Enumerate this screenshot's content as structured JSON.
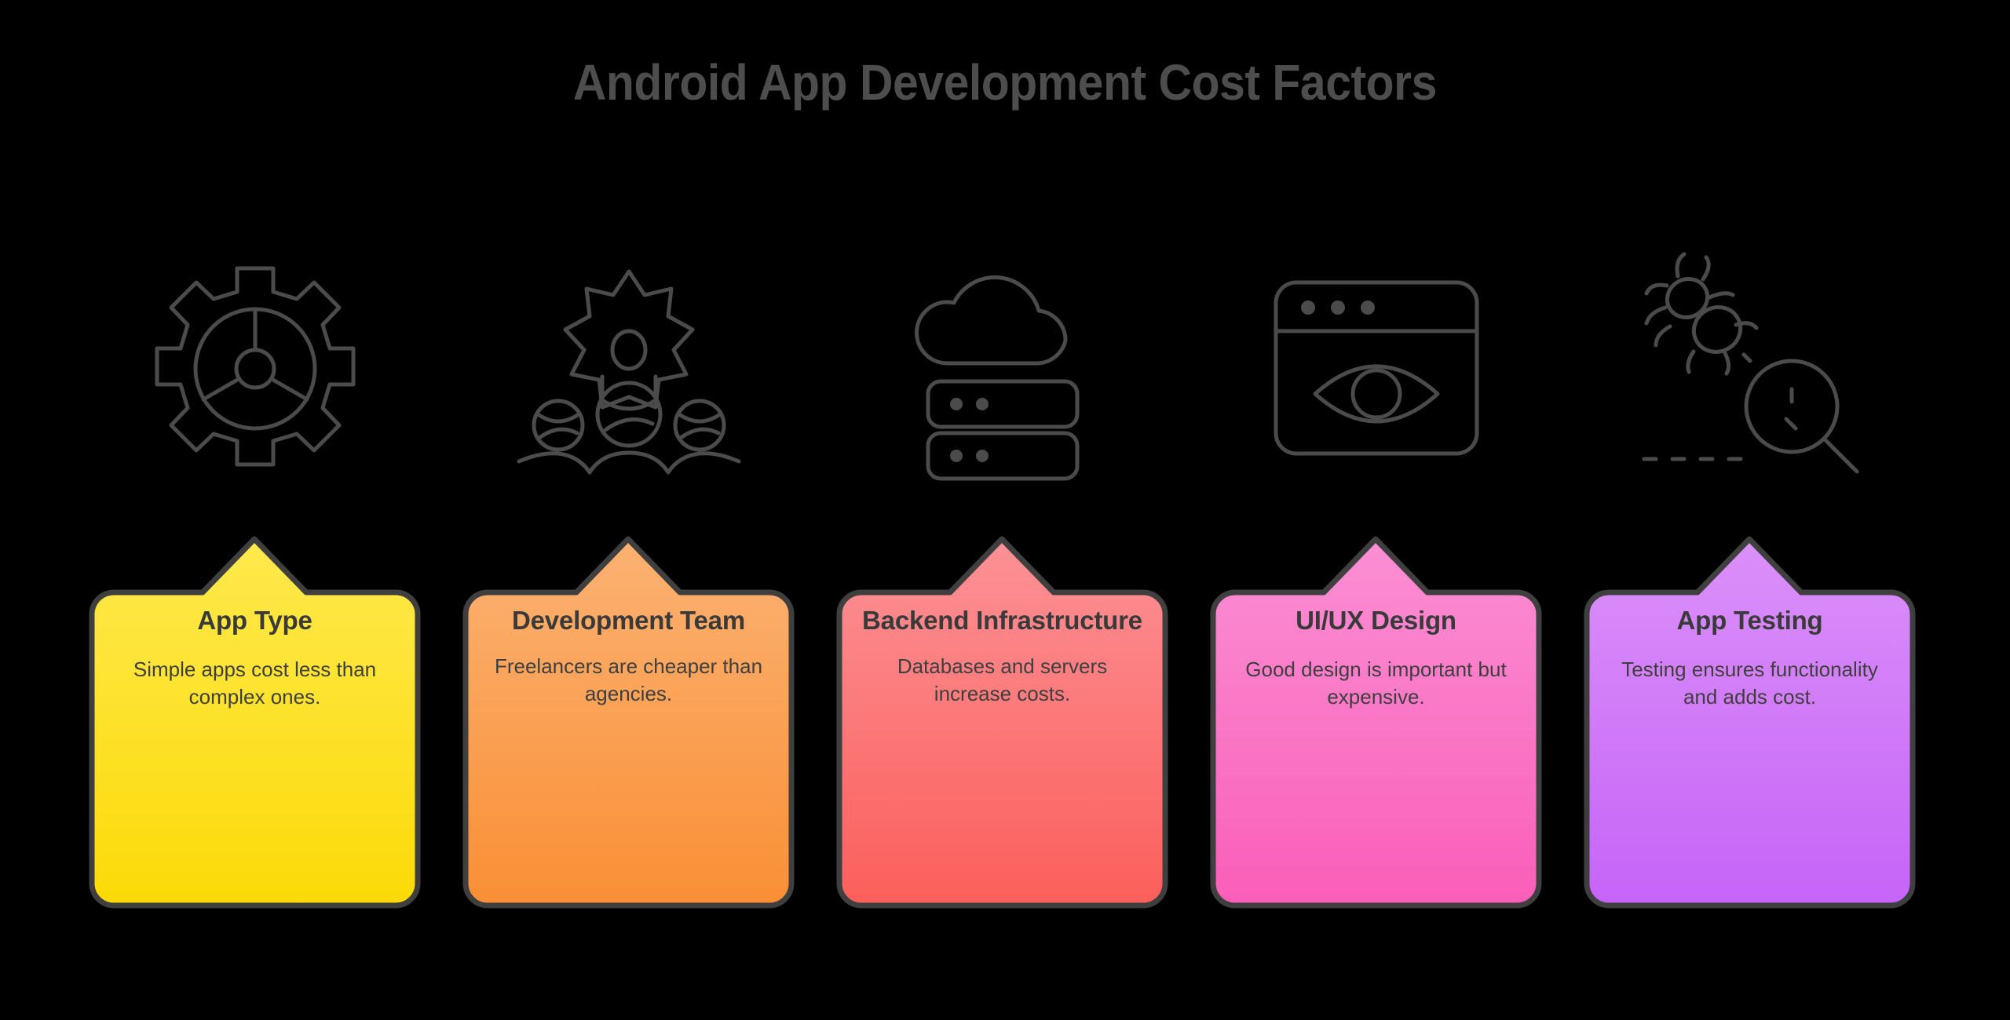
{
  "header": {
    "title": "Android App Development Cost Factors"
  },
  "theme": {
    "background": "#000000",
    "title_color": "#4d4d4d",
    "icon_stroke": "#4b4b4b",
    "card_border": "#3f3f3f",
    "card_text": "#3a3a3a"
  },
  "cards": [
    {
      "icon": "gear-wheel-icon",
      "title": "App Type",
      "desc": "Simple apps cost less than complex ones.",
      "color_top": "#FFE94D",
      "color_bottom": "#FBDA07",
      "border": "#3f3f3f"
    },
    {
      "icon": "team-settings-icon",
      "title": "Development Team",
      "desc": "Freelancers are cheaper than agencies.",
      "color_top": "#FCB273",
      "color_bottom": "#F98F35",
      "border": "#3f3f3f"
    },
    {
      "icon": "cloud-server-icon",
      "title": "Backend Infrastructure",
      "desc": "Databases and servers increase costs.",
      "color_top": "#FC9196",
      "color_bottom": "#FB5F5B",
      "border": "#3f3f3f"
    },
    {
      "icon": "browser-eye-icon",
      "title": "UI/UX Design",
      "desc": "Good design is important but expensive.",
      "color_top": "#FB8FD4",
      "color_bottom": "#FA5EB8",
      "border": "#3f3f3f"
    },
    {
      "icon": "bug-magnifier-icon",
      "title": "App Testing",
      "desc": "Testing ensures functionality and adds cost.",
      "color_top": "#DB90F9",
      "color_bottom": "#C664F8",
      "border": "#3f3f3f"
    }
  ]
}
